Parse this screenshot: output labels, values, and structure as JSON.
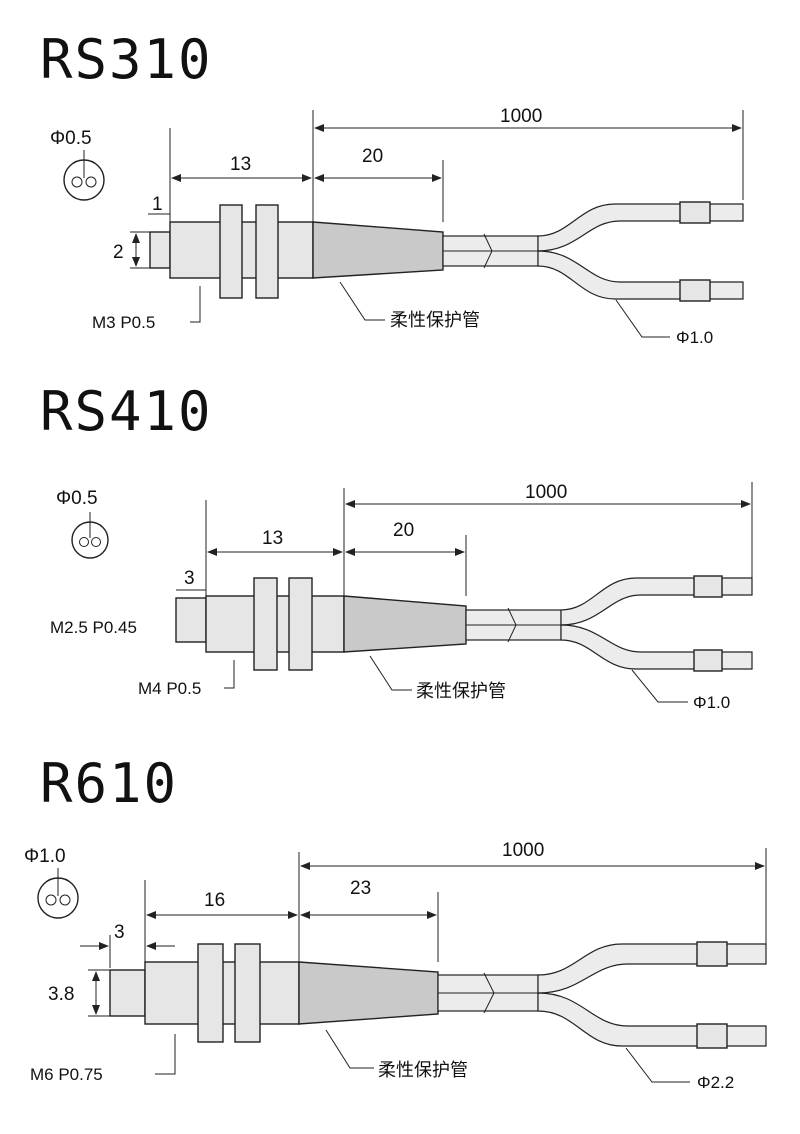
{
  "sensors": [
    {
      "model": "RS310",
      "fiber_diameter": "Φ0.5",
      "tip_length": "1",
      "tip_diameter": "2",
      "thread_length": "13",
      "sleeve_length": "20",
      "total_length": "1000",
      "thread_spec": "M3 P0.5",
      "tip_thread_spec": "",
      "sleeve_label": "柔性保护管",
      "cable_diameter": "Φ1.0"
    },
    {
      "model": "RS410",
      "fiber_diameter": "Φ0.5",
      "tip_length": "3",
      "tip_diameter": "",
      "thread_length": "13",
      "sleeve_length": "20",
      "total_length": "1000",
      "thread_spec": "M4 P0.5",
      "tip_thread_spec": "M2.5 P0.45",
      "sleeve_label": "柔性保护管",
      "cable_diameter": "Φ1.0"
    },
    {
      "model": "R610",
      "fiber_diameter": "Φ1.0",
      "tip_length": "3",
      "tip_diameter": "3.8",
      "thread_length": "16",
      "sleeve_length": "23",
      "total_length": "1000",
      "thread_spec": "M6 P0.75",
      "tip_thread_spec": "",
      "sleeve_label": "柔性保护管",
      "cable_diameter": "Φ2.2"
    }
  ]
}
